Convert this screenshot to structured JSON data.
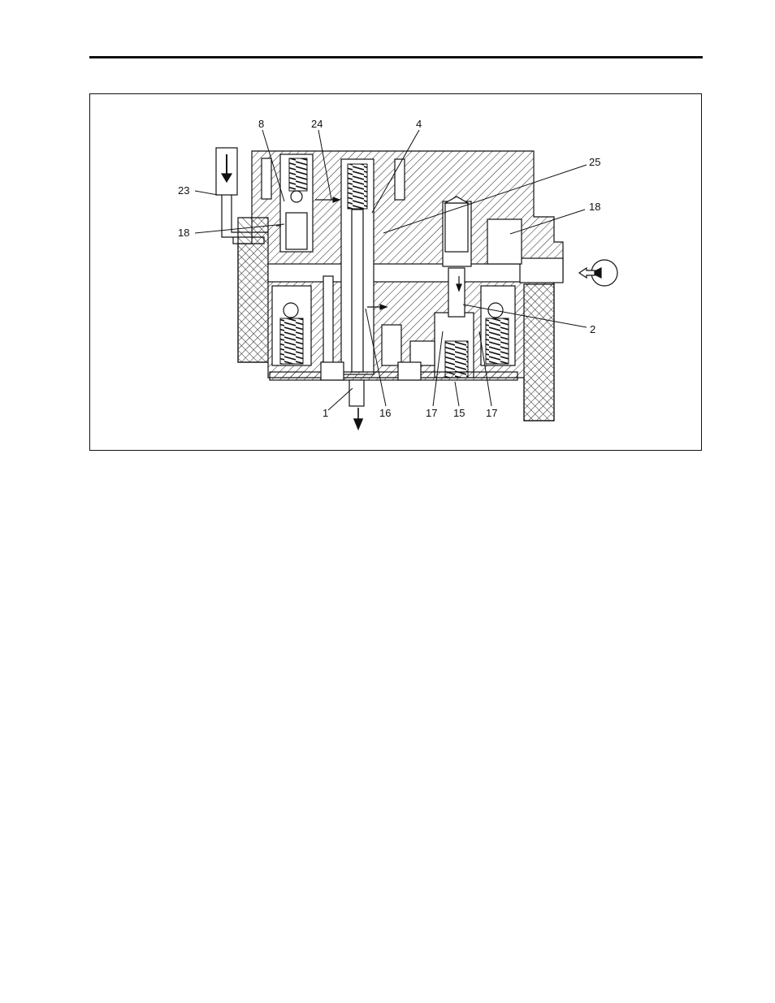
{
  "diagram": {
    "callouts": {
      "c1": "1",
      "c2": "2",
      "c4": "4",
      "c8": "8",
      "c15": "15",
      "c16": "16",
      "c17a": "17",
      "c17b": "17",
      "c18a": "18",
      "c18b": "18",
      "c23": "23",
      "c24": "24",
      "c25": "25"
    }
  }
}
